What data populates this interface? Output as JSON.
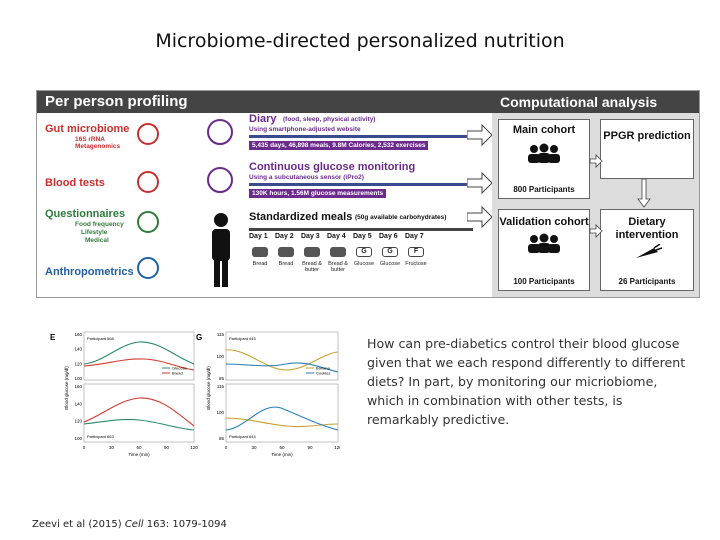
{
  "slide": {
    "title": "Microbiome-directed personalized nutrition",
    "caption": "How can pre-diabetics control their blood glucose given that we each respond differently to different diets? In part, by monitoring our micriobiome, which in combination with other tests, is remarkably predictive.",
    "citation": {
      "authors": "Zeevi et al (2015)",
      "journal": "Cell",
      "volume": "163",
      "pages": ": 1079-1094"
    }
  },
  "figure": {
    "left_header": "Per person profiling",
    "right_header": "Computational analysis",
    "categories": [
      {
        "label": "Gut microbiome",
        "sub": [
          "16S rRNA",
          "Metagenomics"
        ],
        "icon": "bacteria-icon"
      },
      {
        "label": "Blood tests",
        "sub": [],
        "icon": "blood-test-icon"
      },
      {
        "label": "Questionnaires",
        "sub": [
          "Food frequency",
          "Lifestyle",
          "Medical"
        ],
        "icon": "checklist-icon"
      },
      {
        "label": "Anthropometrics",
        "sub": [],
        "icon": "measuring-tape-icon"
      }
    ],
    "lanes": [
      {
        "title": "Diary",
        "title_note": "(food, sleep, physical activity)",
        "sub": "Using smartphone-adjusted website",
        "stat": "5,435 days, 46,898 meals, 9.8M Calories, 2,532 exercises",
        "icon": "smartphone-icon"
      },
      {
        "title": "Continuous glucose monitoring",
        "sub": "Using a subcutaneous sensor (iPro2)",
        "stat": "130K hours, 1.56M glucose measurements",
        "icon": "glucose-sensor-icon"
      },
      {
        "title": "Standardized meals",
        "title_note": "(50g available carbohydrates)",
        "sub": "",
        "stat": "",
        "icon": "person-icon"
      }
    ],
    "days": [
      "Day 1",
      "Day 2",
      "Day 3",
      "Day 4",
      "Day 5",
      "Day 6",
      "Day 7"
    ],
    "meals": [
      "Bread",
      "Bread",
      "Bread & butter",
      "Bread & butter",
      "Glucose",
      "Glucose",
      "Fructose"
    ],
    "meal_letters": [
      "G",
      "G",
      "F"
    ],
    "boxes": {
      "main_cohort": "Main cohort",
      "main_count": "800 Participants",
      "ppgr": "PPGR prediction",
      "validation_cohort": "Validation cohort",
      "validation_count": "100 Participants",
      "dietary": "Dietary intervention",
      "dietary_count": "26 Participants"
    }
  },
  "panels": {
    "e_label": "E",
    "g_label": "G",
    "ylabel": "Blood glucose (mg/dl)",
    "xlabel": "Time (min)",
    "x_ticks": [
      "0",
      "30",
      "60",
      "90",
      "120"
    ],
    "left": {
      "top": {
        "participant": "Participant 568",
        "y_ticks": [
          "160",
          "140",
          "120",
          "100"
        ],
        "legend": [
          "Glucose",
          "Bread"
        ]
      },
      "bottom": {
        "participant": "Participant 663",
        "y_ticks": [
          "160",
          "140",
          "120",
          "100"
        ]
      }
    },
    "right": {
      "top": {
        "participant": "Participant 445",
        "y_ticks": [
          "115",
          "100",
          "85"
        ],
        "legend": [
          "Banana",
          "Cookies"
        ]
      },
      "bottom": {
        "participant": "Participant 644",
        "y_ticks": [
          "115",
          "100",
          "85"
        ]
      }
    },
    "colors": {
      "glucose": "#2a8a6a",
      "bread": "#d23a2c",
      "banana": "#c9a02c",
      "cookies": "#2a7fb8"
    }
  }
}
